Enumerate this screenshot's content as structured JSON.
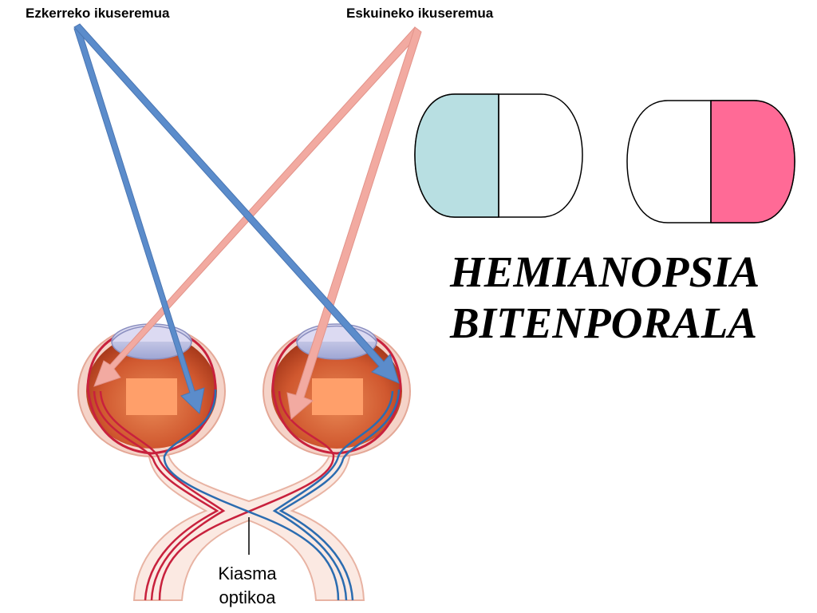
{
  "labels": {
    "left_field": "Ezkerreko ikuseremua",
    "right_field": "Eskuineko ikuseremua",
    "chiasm_line1": "Kiasma",
    "chiasm_line2": "optikoa"
  },
  "title": {
    "line1": "HEMIANOPSIA",
    "line2": "BITENPORALA"
  },
  "visual_fields": {
    "left_eye_field": {
      "lost_half": "left",
      "color": "#b8dfe2"
    },
    "right_eye_field": {
      "lost_half": "right",
      "color": "#ff6a96"
    }
  },
  "colors": {
    "blue_arrow": "#5b8ccb",
    "pink_arrow": "#f2aaa1",
    "eye": "#c4442a",
    "lesion": "#ff9f6a",
    "red_fiber": "#c8213d",
    "blue_fiber": "#2b6cb0"
  }
}
